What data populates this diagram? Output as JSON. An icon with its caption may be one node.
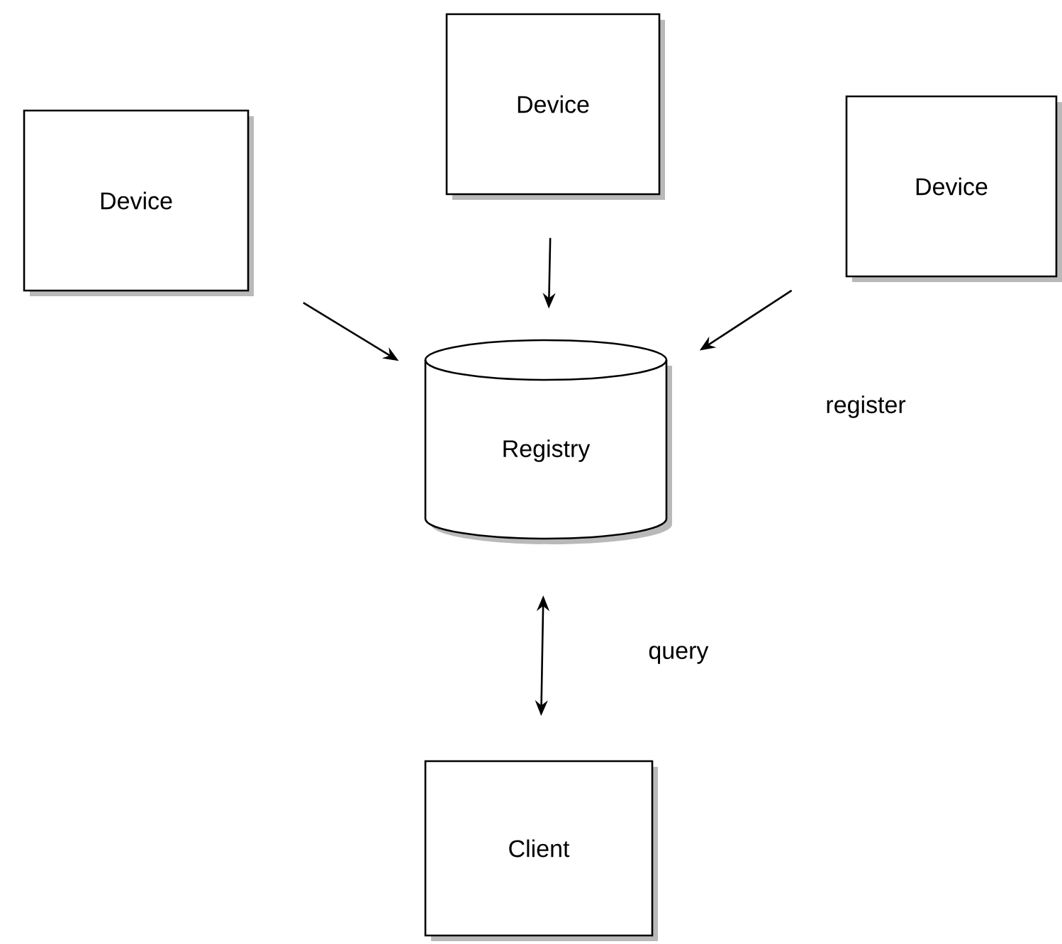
{
  "diagram": {
    "nodes": [
      {
        "text": [
          "Device"
        ]
      },
      {
        "text": [
          "Device"
        ]
      },
      {
        "text": [
          "Device"
        ]
      },
      {
        "text": [
          "Registry"
        ]
      },
      {
        "text": [
          "Client"
        ]
      }
    ],
    "edges": [
      {
        "from": 0,
        "to": 3,
        "arrow": "to"
      },
      {
        "from": 1,
        "to": 3,
        "arrow": "to"
      },
      {
        "from": 2,
        "to": 3,
        "arrow": "to",
        "label": "register"
      },
      {
        "from": 3,
        "to": 4,
        "arrow": "both",
        "label": "query"
      }
    ]
  }
}
